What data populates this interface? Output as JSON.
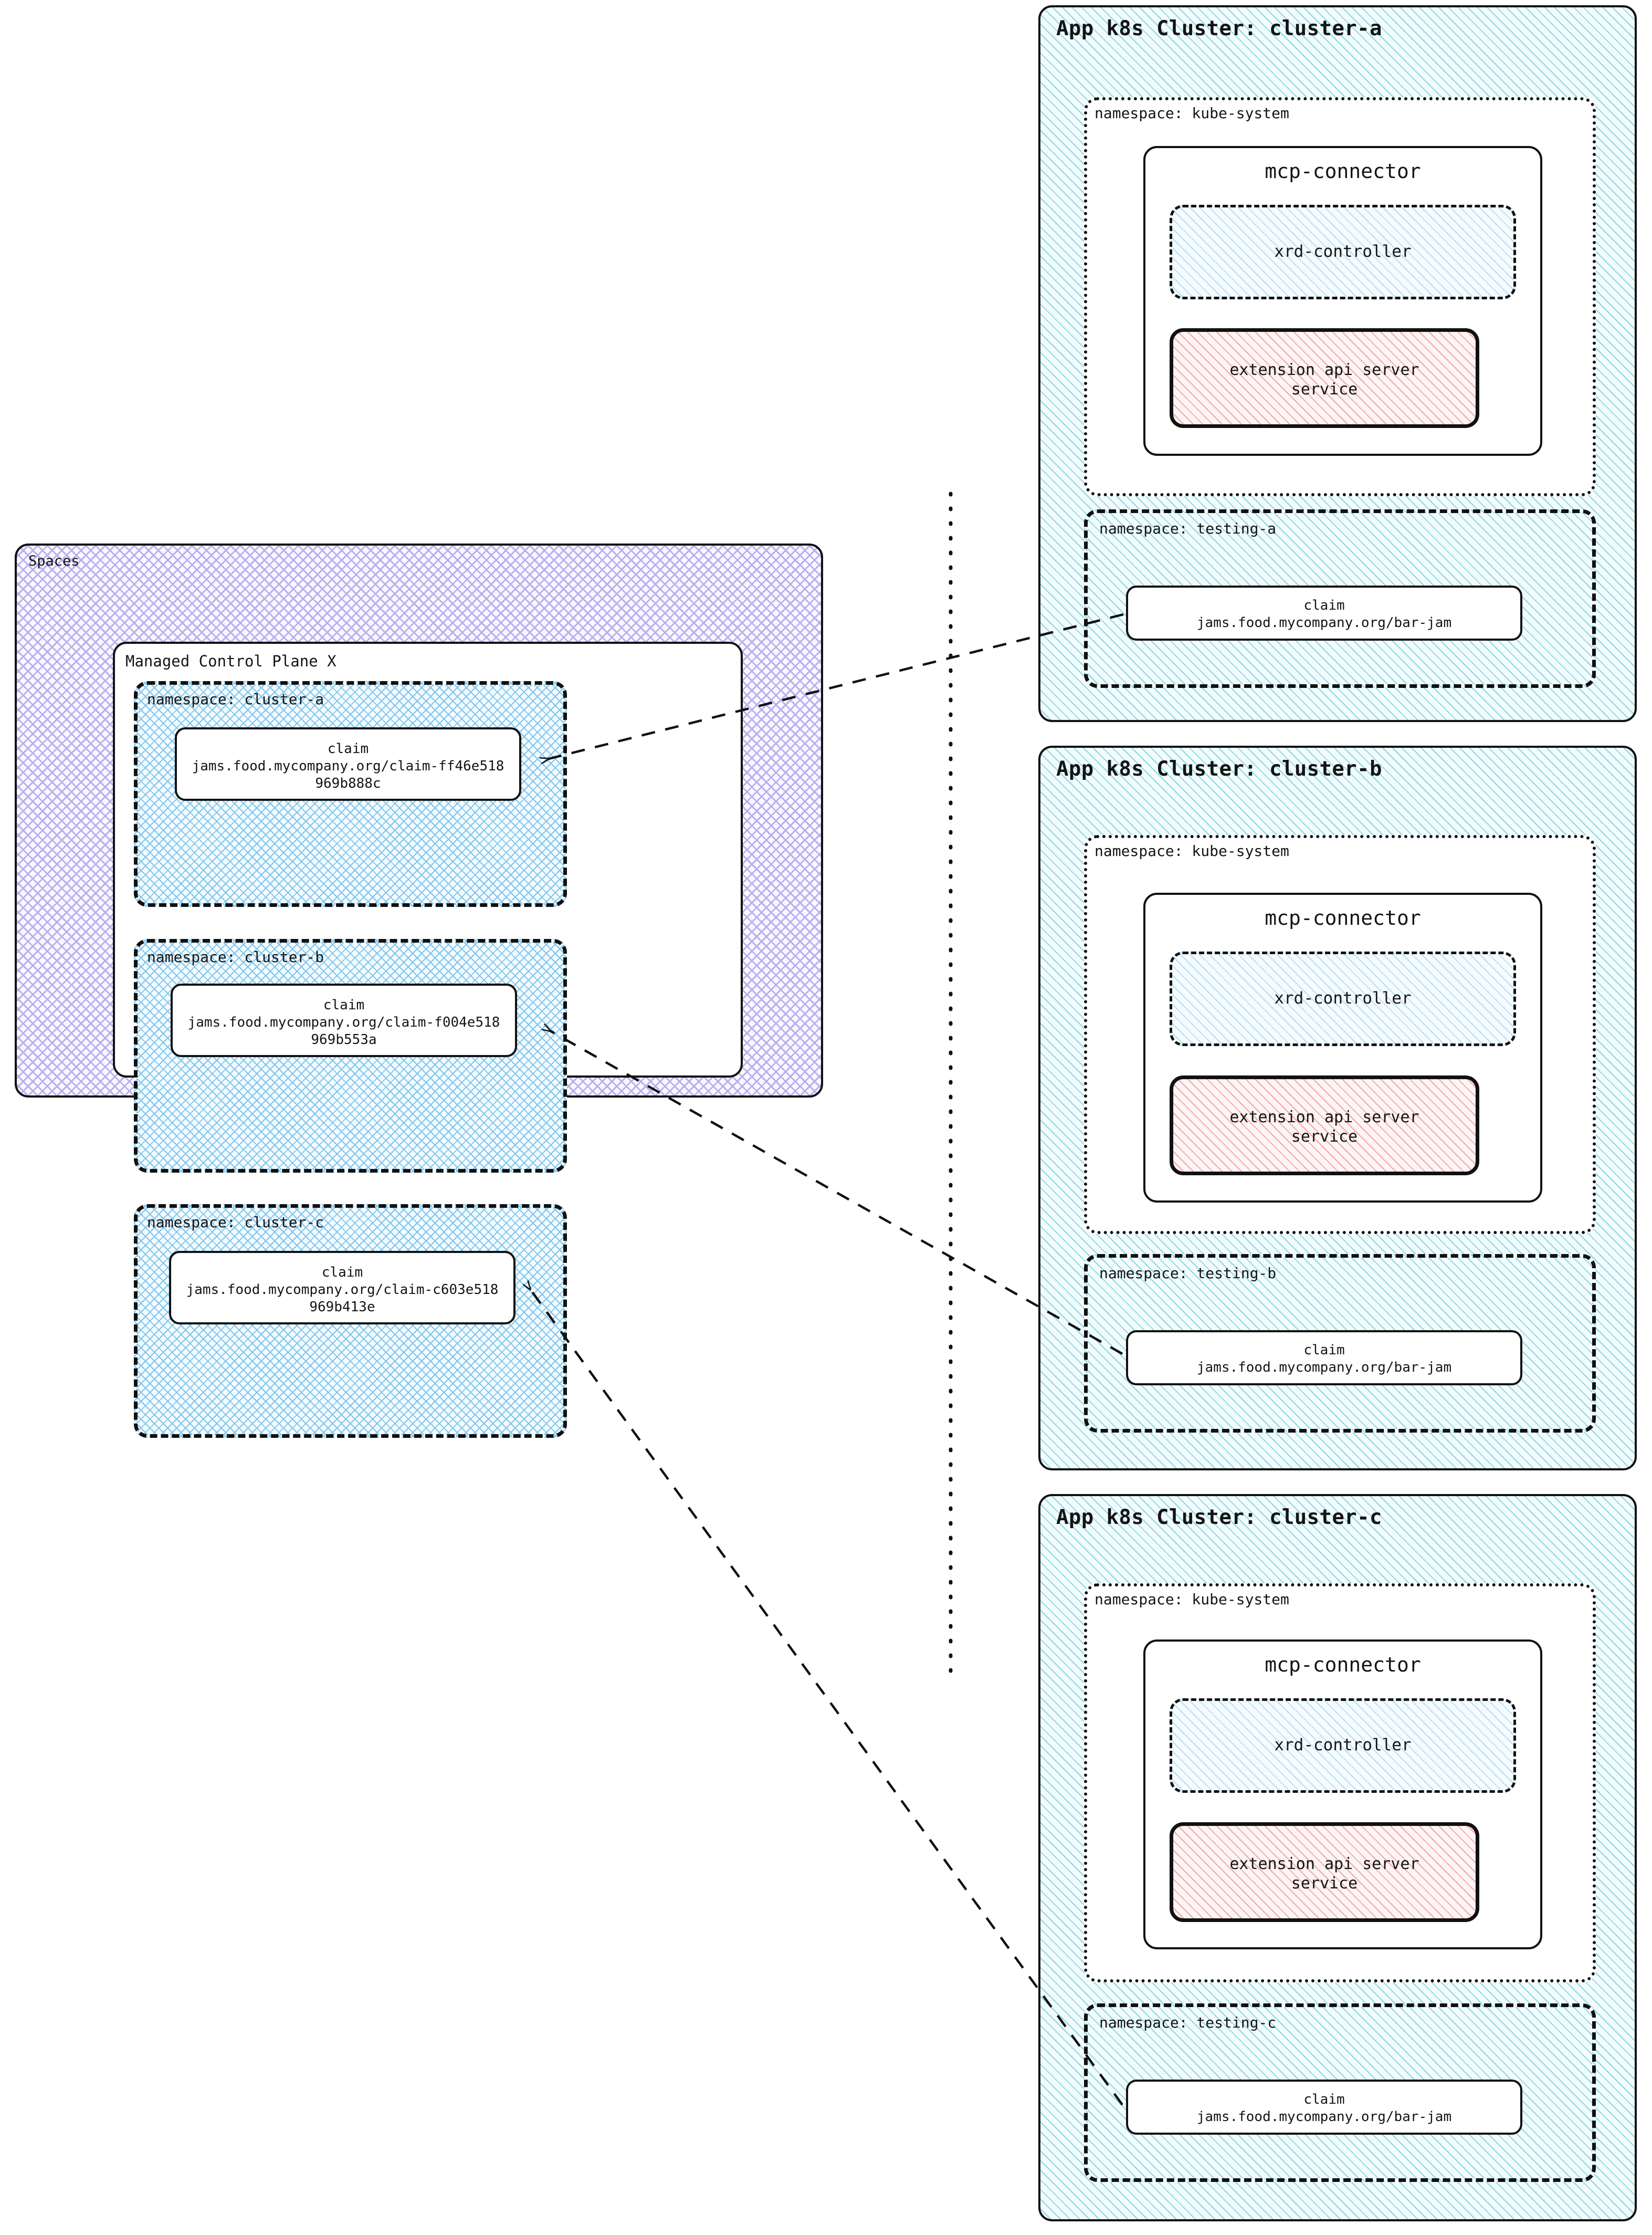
{
  "diagram": {
    "title": "Crossplane Spaces to App k8s Clusters topology",
    "colors": {
      "spaces_hatch": "#b9b0ef",
      "namespace_hatch": "#7fc4ec",
      "cluster_hatch": "#8fd6e0",
      "service_hatch": "#f0a8a8",
      "stroke": "#111111"
    }
  },
  "spaces": {
    "label": "Spaces",
    "control_plane": {
      "label": "Managed Control Plane X",
      "namespaces": [
        {
          "label": "namespace: cluster-a",
          "claim": {
            "kind": "claim",
            "ref": "jams.food.mycompany.org/claim-ff46e518969b888c"
          }
        },
        {
          "label": "namespace: cluster-b",
          "claim": {
            "kind": "claim",
            "ref": "jams.food.mycompany.org/claim-f004e518969b553a"
          }
        },
        {
          "label": "namespace: cluster-c",
          "claim": {
            "kind": "claim",
            "ref": "jams.food.mycompany.org/claim-c603e518969b413e"
          }
        }
      ]
    }
  },
  "clusters": [
    {
      "label": "App k8s Cluster: cluster-a",
      "kube_system": {
        "label": "namespace: kube-system",
        "mcp_connector": {
          "label": "mcp-connector",
          "xrd_controller": "xrd-controller",
          "extension_api_server": "extension api server\nservice",
          "extension_api_server_line1": "extension api server",
          "extension_api_server_line2": "service"
        }
      },
      "testing": {
        "label": "namespace: testing-a",
        "claim": {
          "kind": "claim",
          "ref": "jams.food.mycompany.org/bar-jam"
        }
      }
    },
    {
      "label": "App k8s Cluster: cluster-b",
      "kube_system": {
        "label": "namespace: kube-system",
        "mcp_connector": {
          "label": "mcp-connector",
          "xrd_controller": "xrd-controller",
          "extension_api_server": "extension api server\nservice",
          "extension_api_server_line1": "extension api server",
          "extension_api_server_line2": "service"
        }
      },
      "testing": {
        "label": "namespace: testing-b",
        "claim": {
          "kind": "claim",
          "ref": "jams.food.mycompany.org/bar-jam"
        }
      }
    },
    {
      "label": "App k8s Cluster: cluster-c",
      "kube_system": {
        "label": "namespace: kube-system",
        "mcp_connector": {
          "label": "mcp-connector",
          "xrd_controller": "xrd-controller",
          "extension_api_server": "extension api server\nservice",
          "extension_api_server_line1": "extension api server",
          "extension_api_server_line2": "service"
        }
      },
      "testing": {
        "label": "namespace: testing-c",
        "claim": {
          "kind": "claim",
          "ref": "jams.food.mycompany.org/bar-jam"
        }
      }
    }
  ],
  "connections": [
    {
      "from": "cluster-a testing-a claim",
      "to": "control-plane namespace cluster-a claim",
      "style": "dashed-arrow"
    },
    {
      "from": "cluster-b testing-b claim",
      "to": "control-plane namespace cluster-b claim",
      "style": "dashed-arrow"
    },
    {
      "from": "cluster-c testing-c claim",
      "to": "control-plane namespace cluster-c claim",
      "style": "dashed-arrow"
    }
  ],
  "divider": {
    "style": "vertical-dotted"
  }
}
